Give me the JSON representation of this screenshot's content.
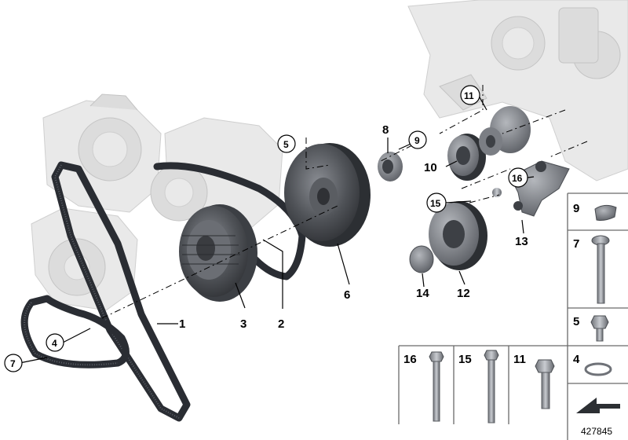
{
  "callouts": [
    {
      "id": "c1",
      "text": "1"
    },
    {
      "id": "c2",
      "text": "2"
    },
    {
      "id": "c3",
      "text": "3"
    },
    {
      "id": "c4",
      "text": "4",
      "circled": true
    },
    {
      "id": "c5",
      "text": "5",
      "circled": true
    },
    {
      "id": "c6",
      "text": "6"
    },
    {
      "id": "c7",
      "text": "7",
      "circled": true
    },
    {
      "id": "c8",
      "text": "8"
    },
    {
      "id": "c9",
      "text": "9",
      "circled": true
    },
    {
      "id": "c10",
      "text": "10"
    },
    {
      "id": "c11",
      "text": "11",
      "circled": true
    },
    {
      "id": "c12",
      "text": "12"
    },
    {
      "id": "c13",
      "text": "13"
    },
    {
      "id": "c14",
      "text": "14"
    },
    {
      "id": "c15",
      "text": "15",
      "circled": true
    },
    {
      "id": "c16",
      "text": "16",
      "circled": true
    }
  ],
  "legend": {
    "right_column": [
      "9",
      "7",
      "5",
      "4"
    ],
    "bottom_row": [
      "16",
      "15",
      "11"
    ]
  },
  "diagram_number": "427845",
  "colors": {
    "belt": "#2a2d33",
    "pulley_dark": "#4a4d52",
    "pulley_mid": "#7d8087",
    "ghost_parts": "#e9e9e9",
    "frame": "#6a6a6a"
  }
}
